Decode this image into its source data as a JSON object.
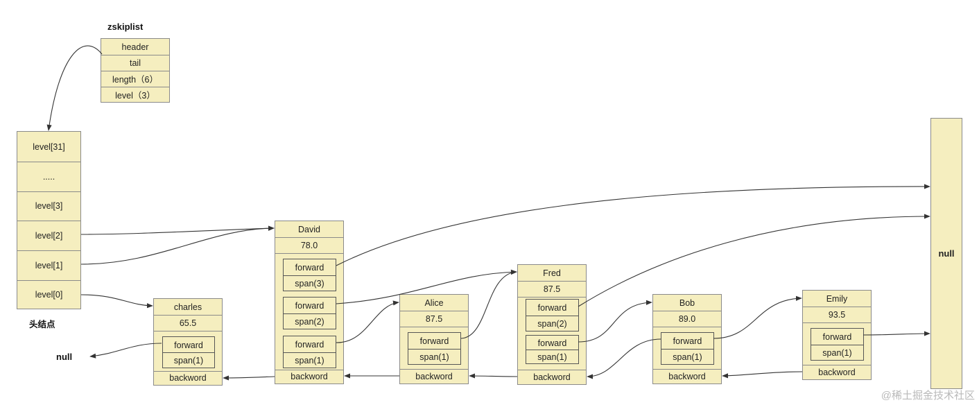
{
  "zskiplist": {
    "title": "zskiplist",
    "fields": [
      "header",
      "tail",
      "length（6）",
      "level（3）"
    ]
  },
  "head_node": {
    "caption": "头结点",
    "levels": [
      "level[31]",
      ".....",
      "level[3]",
      "level[2]",
      "level[1]",
      "level[0]"
    ]
  },
  "nodes": [
    {
      "id": "charles",
      "name": "charles",
      "score": "65.5",
      "levels": [
        {
          "forward": "forward",
          "span": "span(1)"
        }
      ],
      "backward": "backword"
    },
    {
      "id": "david",
      "name": "David",
      "score": "78.0",
      "levels": [
        {
          "forward": "forward",
          "span": "span(3)"
        },
        {
          "forward": "forward",
          "span": "span(2)"
        },
        {
          "forward": "forward",
          "span": "span(1)"
        }
      ],
      "backward": "backword"
    },
    {
      "id": "alice",
      "name": "Alice",
      "score": "87.5",
      "levels": [
        {
          "forward": "forward",
          "span": "span(1)"
        }
      ],
      "backward": "backword"
    },
    {
      "id": "fred",
      "name": "Fred",
      "score": "87.5",
      "levels": [
        {
          "forward": "forward",
          "span": "span(2)"
        },
        {
          "forward": "forward",
          "span": "span(1)"
        }
      ],
      "backward": "backword"
    },
    {
      "id": "bob",
      "name": "Bob",
      "score": "89.0",
      "levels": [
        {
          "forward": "forward",
          "span": "span(1)"
        }
      ],
      "backward": "backword"
    },
    {
      "id": "emily",
      "name": "Emily",
      "score": "93.5",
      "levels": [
        {
          "forward": "forward",
          "span": "span(1)"
        }
      ],
      "backward": "backword"
    }
  ],
  "null_left": "null",
  "null_right": "null",
  "watermark": "@稀土掘金技术社区"
}
